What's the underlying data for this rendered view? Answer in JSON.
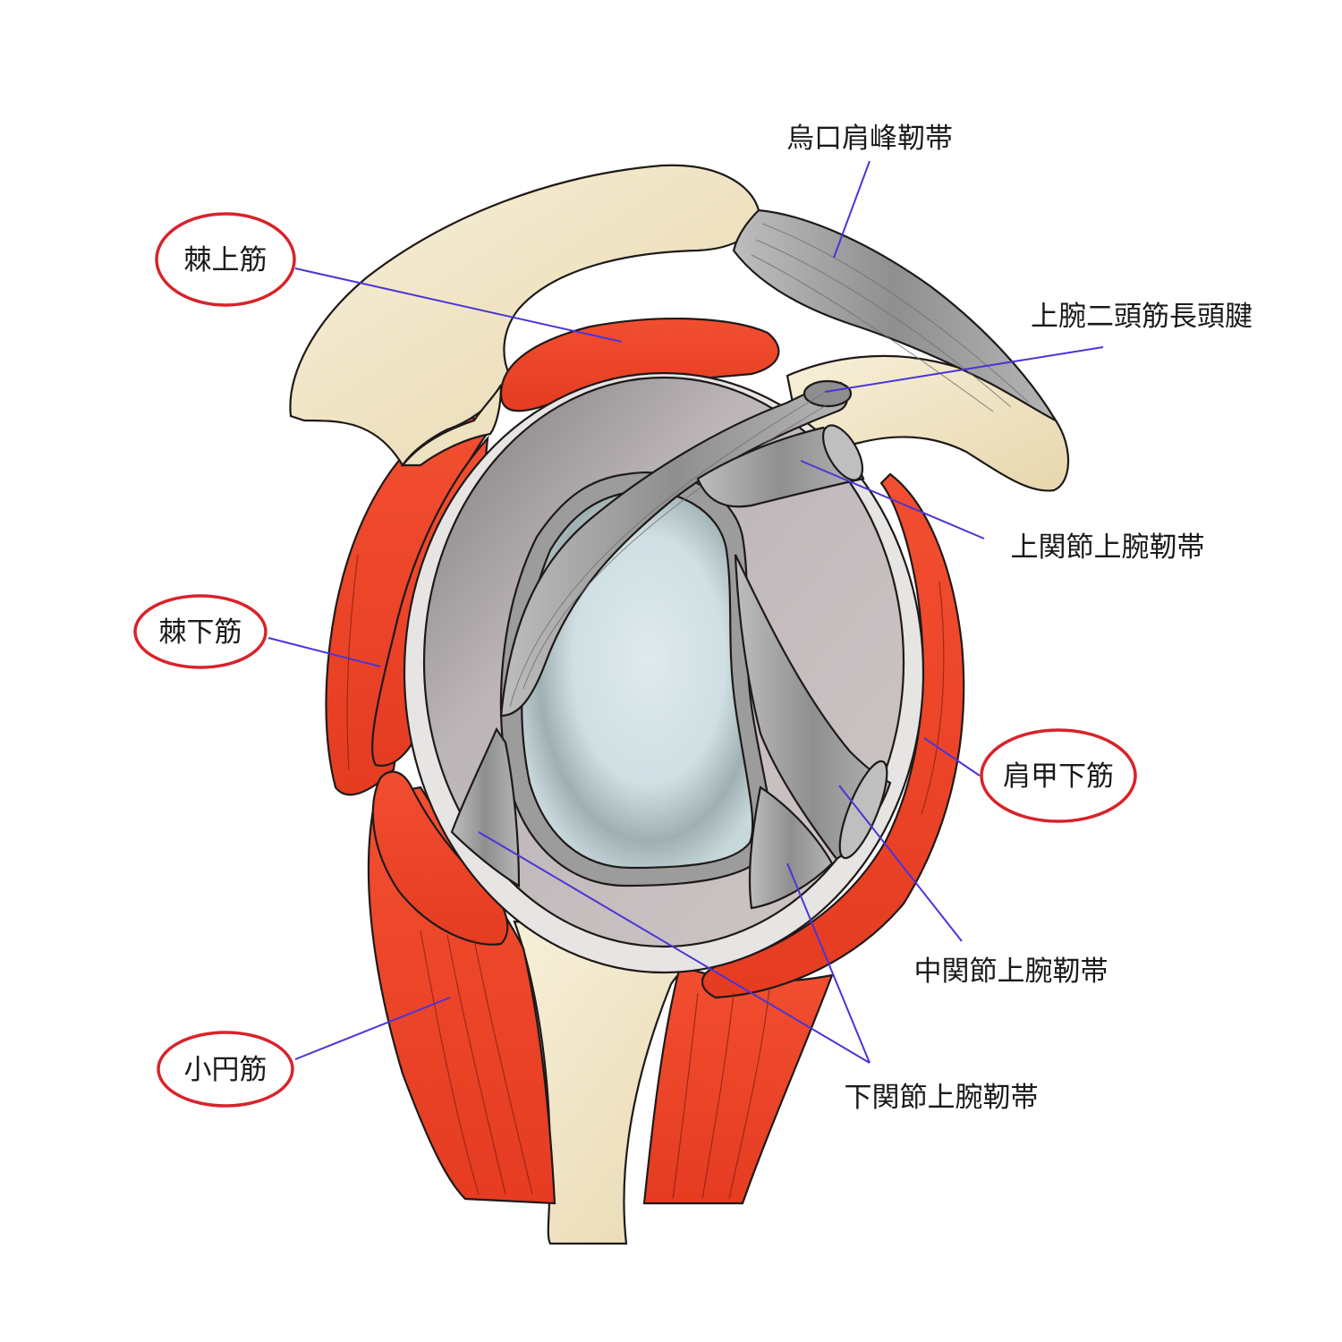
{
  "labels": {
    "coracoacromial_ligament": "烏口肩峰靭帯",
    "supraspinatus": "棘上筋",
    "biceps_long_head_tendon": "上腕二頭筋長頭腱",
    "superior_glenohumeral_ligament": "上関節上腕靭帯",
    "infraspinatus": "棘下筋",
    "subscapularis": "肩甲下筋",
    "middle_glenohumeral_ligament": "中関節上腕靭帯",
    "teres_minor": "小円筋",
    "inferior_glenohumeral_ligament": "下関節上腕靭帯"
  },
  "highlighted": [
    "supraspinatus",
    "infraspinatus",
    "subscapularis",
    "teres_minor"
  ],
  "colors": {
    "muscle": "#f04a2e",
    "bone": "#f3e8cc",
    "ligament": "#a9a9a9",
    "cartilage": "#d5e3e6",
    "capsule": "#c9c1c1",
    "leader_line": "#4a35d6",
    "highlight_ring": "#d8232a"
  }
}
